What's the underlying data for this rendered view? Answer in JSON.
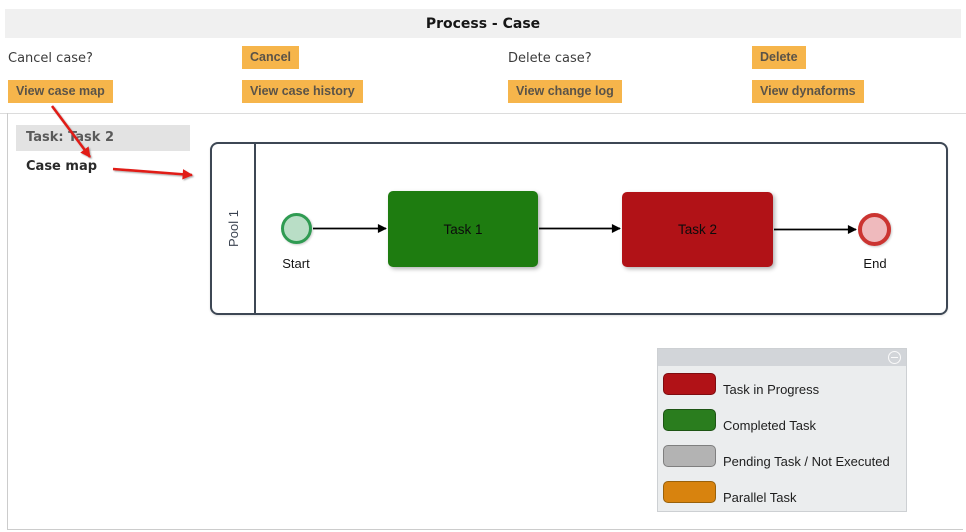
{
  "window": {
    "title": "Process - Case"
  },
  "actions": {
    "cancel_question": "Cancel case?",
    "cancel": "Cancel",
    "delete_question": "Delete case?",
    "delete": "Delete",
    "view_case_map": "View case map",
    "view_case_history": "View case history",
    "view_change_log": "View change log",
    "view_dynaforms": "View dynaforms"
  },
  "sidebar": {
    "task_label": "Task: Task 2",
    "case_map": "Case map"
  },
  "diagram": {
    "pool": "Pool 1",
    "start": {
      "label": "Start",
      "fill": "#b9dec6",
      "border": "#2f9b52"
    },
    "end": {
      "label": "End",
      "fill": "#efbabd",
      "border": "#cb3431"
    },
    "tasks": [
      {
        "label": "Task 1",
        "status": "completed",
        "fill": "#1e7c10"
      },
      {
        "label": "Task 2",
        "status": "in_progress",
        "fill": "#b11217"
      }
    ],
    "connector_color": "#000000"
  },
  "annotations": {
    "arrow_color": "#e11b17"
  },
  "legend": {
    "collapse_icon": "minus-circle",
    "items": [
      {
        "label": "Task in Progress",
        "fill": "#b11217",
        "border": "#7e0c10"
      },
      {
        "label": "Completed Task",
        "fill": "#2a7d1e",
        "border": "#1d5414"
      },
      {
        "label": "Pending Task / Not Executed",
        "fill": "#b3b3b3",
        "border": "#7f7f7f"
      },
      {
        "label": "Parallel Task",
        "fill": "#d8830e",
        "border": "#99610a"
      }
    ]
  },
  "theme": {
    "header_bg": "#f0f0f0",
    "button_bg": "#f6b54b",
    "button_text": "#5a5348"
  }
}
